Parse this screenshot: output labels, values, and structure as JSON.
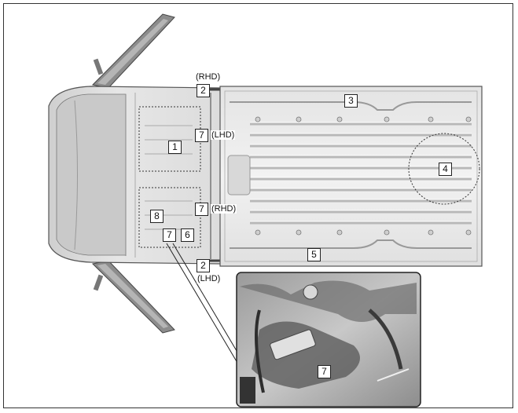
{
  "diagram": {
    "callouts": {
      "c1": "1",
      "c2_rhd": "2",
      "c2_lhd": "2",
      "c3": "3",
      "c4": "4",
      "c5": "5",
      "c6": "6",
      "c7_lhd": "7",
      "c7_rhd": "7",
      "c7_floor": "7",
      "c7_detail": "7",
      "c8": "8"
    },
    "notes": {
      "rhd_top": "(RHD)",
      "lhd_side": "(LHD)",
      "rhd_side": "(RHD)",
      "lhd_bottom": "(LHD)"
    }
  }
}
